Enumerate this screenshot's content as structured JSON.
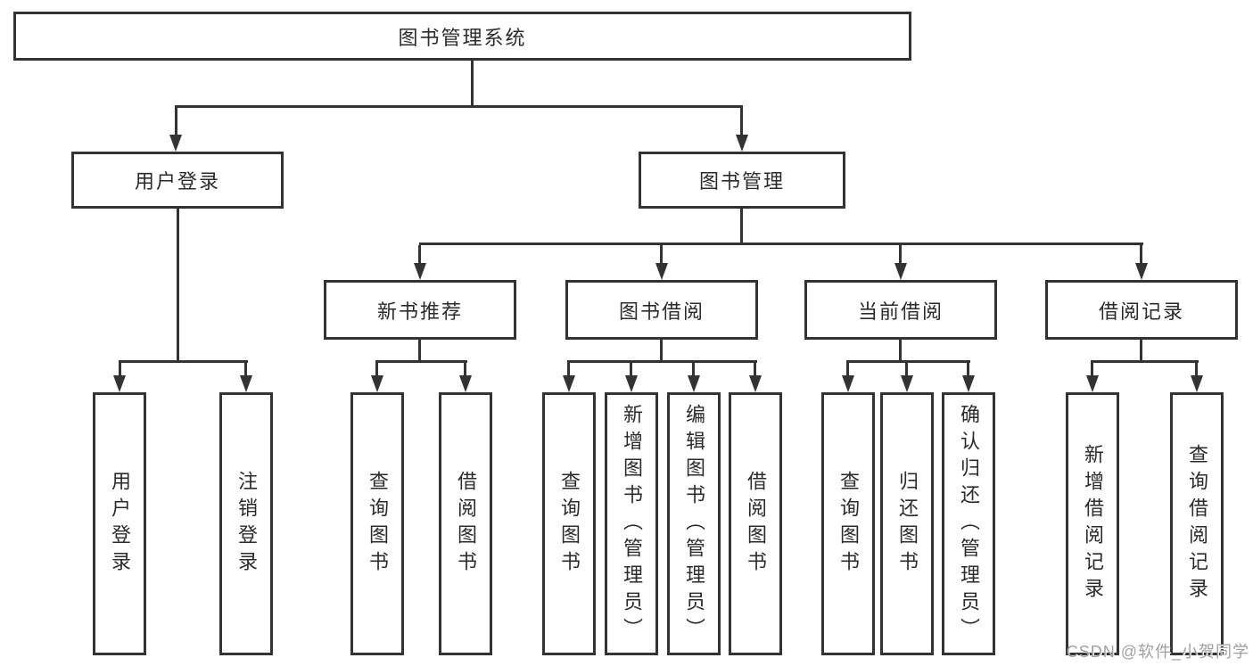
{
  "diagram": {
    "title": "图书管理系统",
    "type": "functional-structure-tree"
  },
  "colors": {
    "line": "#333333",
    "text": "#2b2b2b",
    "background": "#ffffff",
    "watermark": "#a0a0a0"
  },
  "nodes": {
    "root": {
      "label": "图书管理系统"
    },
    "user_login": {
      "label": "用户登录"
    },
    "book_management": {
      "label": "图书管理"
    },
    "new_book_recommend": {
      "label": "新书推荐"
    },
    "book_borrowing": {
      "label": "图书借阅"
    },
    "current_borrowing": {
      "label": "当前借阅"
    },
    "borrowing_records": {
      "label": "借阅记录"
    }
  },
  "leaves": [
    {
      "id": "leaf-user-login",
      "parent": "user_login",
      "label": "用户登录"
    },
    {
      "id": "leaf-logout",
      "parent": "user_login",
      "label": "注销登录"
    },
    {
      "id": "leaf-query-books-rec",
      "parent": "new_book_recommend",
      "label": "查询图书"
    },
    {
      "id": "leaf-borrow-books-rec",
      "parent": "new_book_recommend",
      "label": "借阅图书"
    },
    {
      "id": "leaf-query-books-bor",
      "parent": "book_borrowing",
      "label": "查询图书"
    },
    {
      "id": "leaf-add-books-admin",
      "parent": "book_borrowing",
      "label": "新增图书（管理员）"
    },
    {
      "id": "leaf-edit-books-admin",
      "parent": "book_borrowing",
      "label": "编辑图书（管理员）"
    },
    {
      "id": "leaf-borrow-books-bor",
      "parent": "book_borrowing",
      "label": "借阅图书"
    },
    {
      "id": "leaf-query-books-cur",
      "parent": "current_borrowing",
      "label": "查询图书"
    },
    {
      "id": "leaf-return-books",
      "parent": "current_borrowing",
      "label": "归还图书"
    },
    {
      "id": "leaf-confirm-return-admin",
      "parent": "current_borrowing",
      "label": "确认归还（管理员）"
    },
    {
      "id": "leaf-add-borrow-record",
      "parent": "borrowing_records",
      "label": "新增借阅记录"
    },
    {
      "id": "leaf-query-borrow-record",
      "parent": "borrowing_records",
      "label": "查询借阅记录"
    }
  ],
  "watermark": {
    "text": "CSDN @软件_小贺同学"
  }
}
